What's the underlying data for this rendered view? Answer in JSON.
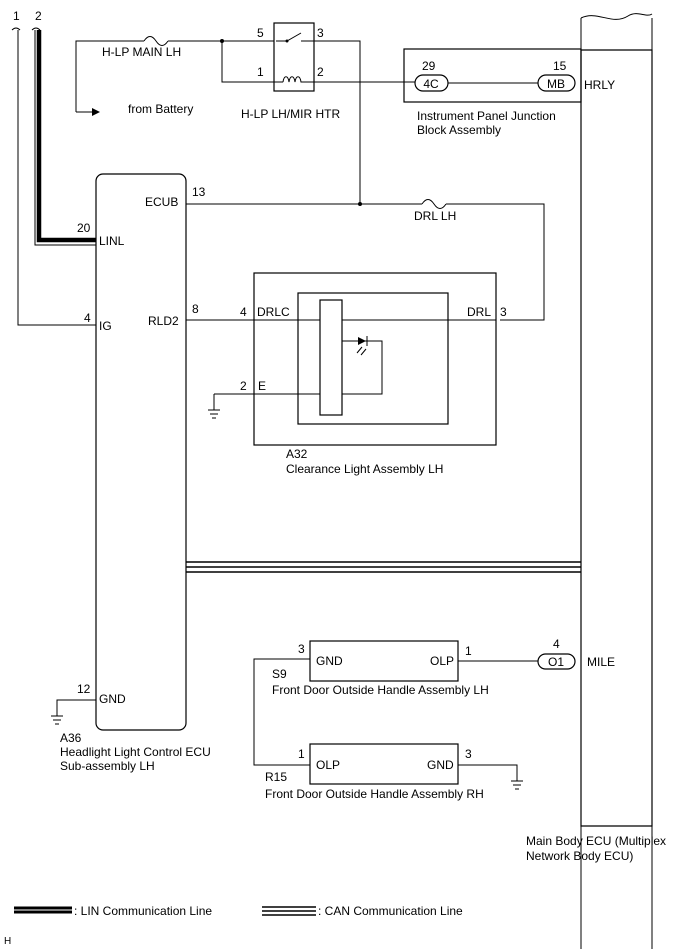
{
  "top_wires": [
    "1",
    "2"
  ],
  "battery": {
    "fuse_label": "H-LP MAIN LH",
    "from_label": "from Battery"
  },
  "relay": {
    "pin_5": "5",
    "pin_3": "3",
    "pin_1": "1",
    "pin_2": "2",
    "name": "H-LP LH/MIR HTR"
  },
  "junction_block": {
    "pin_29": "29",
    "pin_15": "15",
    "conn_4c": "4C",
    "conn_mb": "MB",
    "terminal": "HRLY",
    "name_line1": "Instrument Panel Junction",
    "name_line2": "Block Assembly"
  },
  "headlight_ecu": {
    "code": "A36",
    "name_line1": "Headlight Light Control ECU",
    "name_line2": "Sub-assembly LH",
    "terminals": {
      "ecub": "ECUB",
      "linl": "LINL",
      "ig": "IG",
      "rld2": "RLD2",
      "gnd": "GND"
    },
    "pins": {
      "ecub": "13",
      "linl": "20",
      "ig": "4",
      "rld2": "8",
      "gnd": "12"
    }
  },
  "drl_fuse": "DRL LH",
  "clearance_light": {
    "code": "A32",
    "name": "Clearance Light Assembly LH",
    "terminals": {
      "drlc": "DRLC",
      "drl": "DRL",
      "e": "E"
    },
    "pins": {
      "drlc": "4",
      "drl": "3",
      "e": "2"
    }
  },
  "handle_lh": {
    "code": "S9",
    "name": "Front Door Outside Handle Assembly LH",
    "gnd_label": "GND",
    "olp_label": "OLP",
    "gnd_pin": "3",
    "olp_pin": "1"
  },
  "handle_rh": {
    "code": "R15",
    "name": "Front Door Outside Handle Assembly RH",
    "olp_label": "OLP",
    "gnd_label": "GND",
    "olp_pin": "1",
    "gnd_pin": "3"
  },
  "main_body_ecu": {
    "pin": "4",
    "conn_o1": "O1",
    "terminal": "MILE",
    "name_line1": "Main Body ECU (Multiplex",
    "name_line2": "Network Body ECU)"
  },
  "legend": {
    "lin": ": LIN Communication Line",
    "can": ": CAN Communication Line"
  },
  "footer_mark": "H"
}
